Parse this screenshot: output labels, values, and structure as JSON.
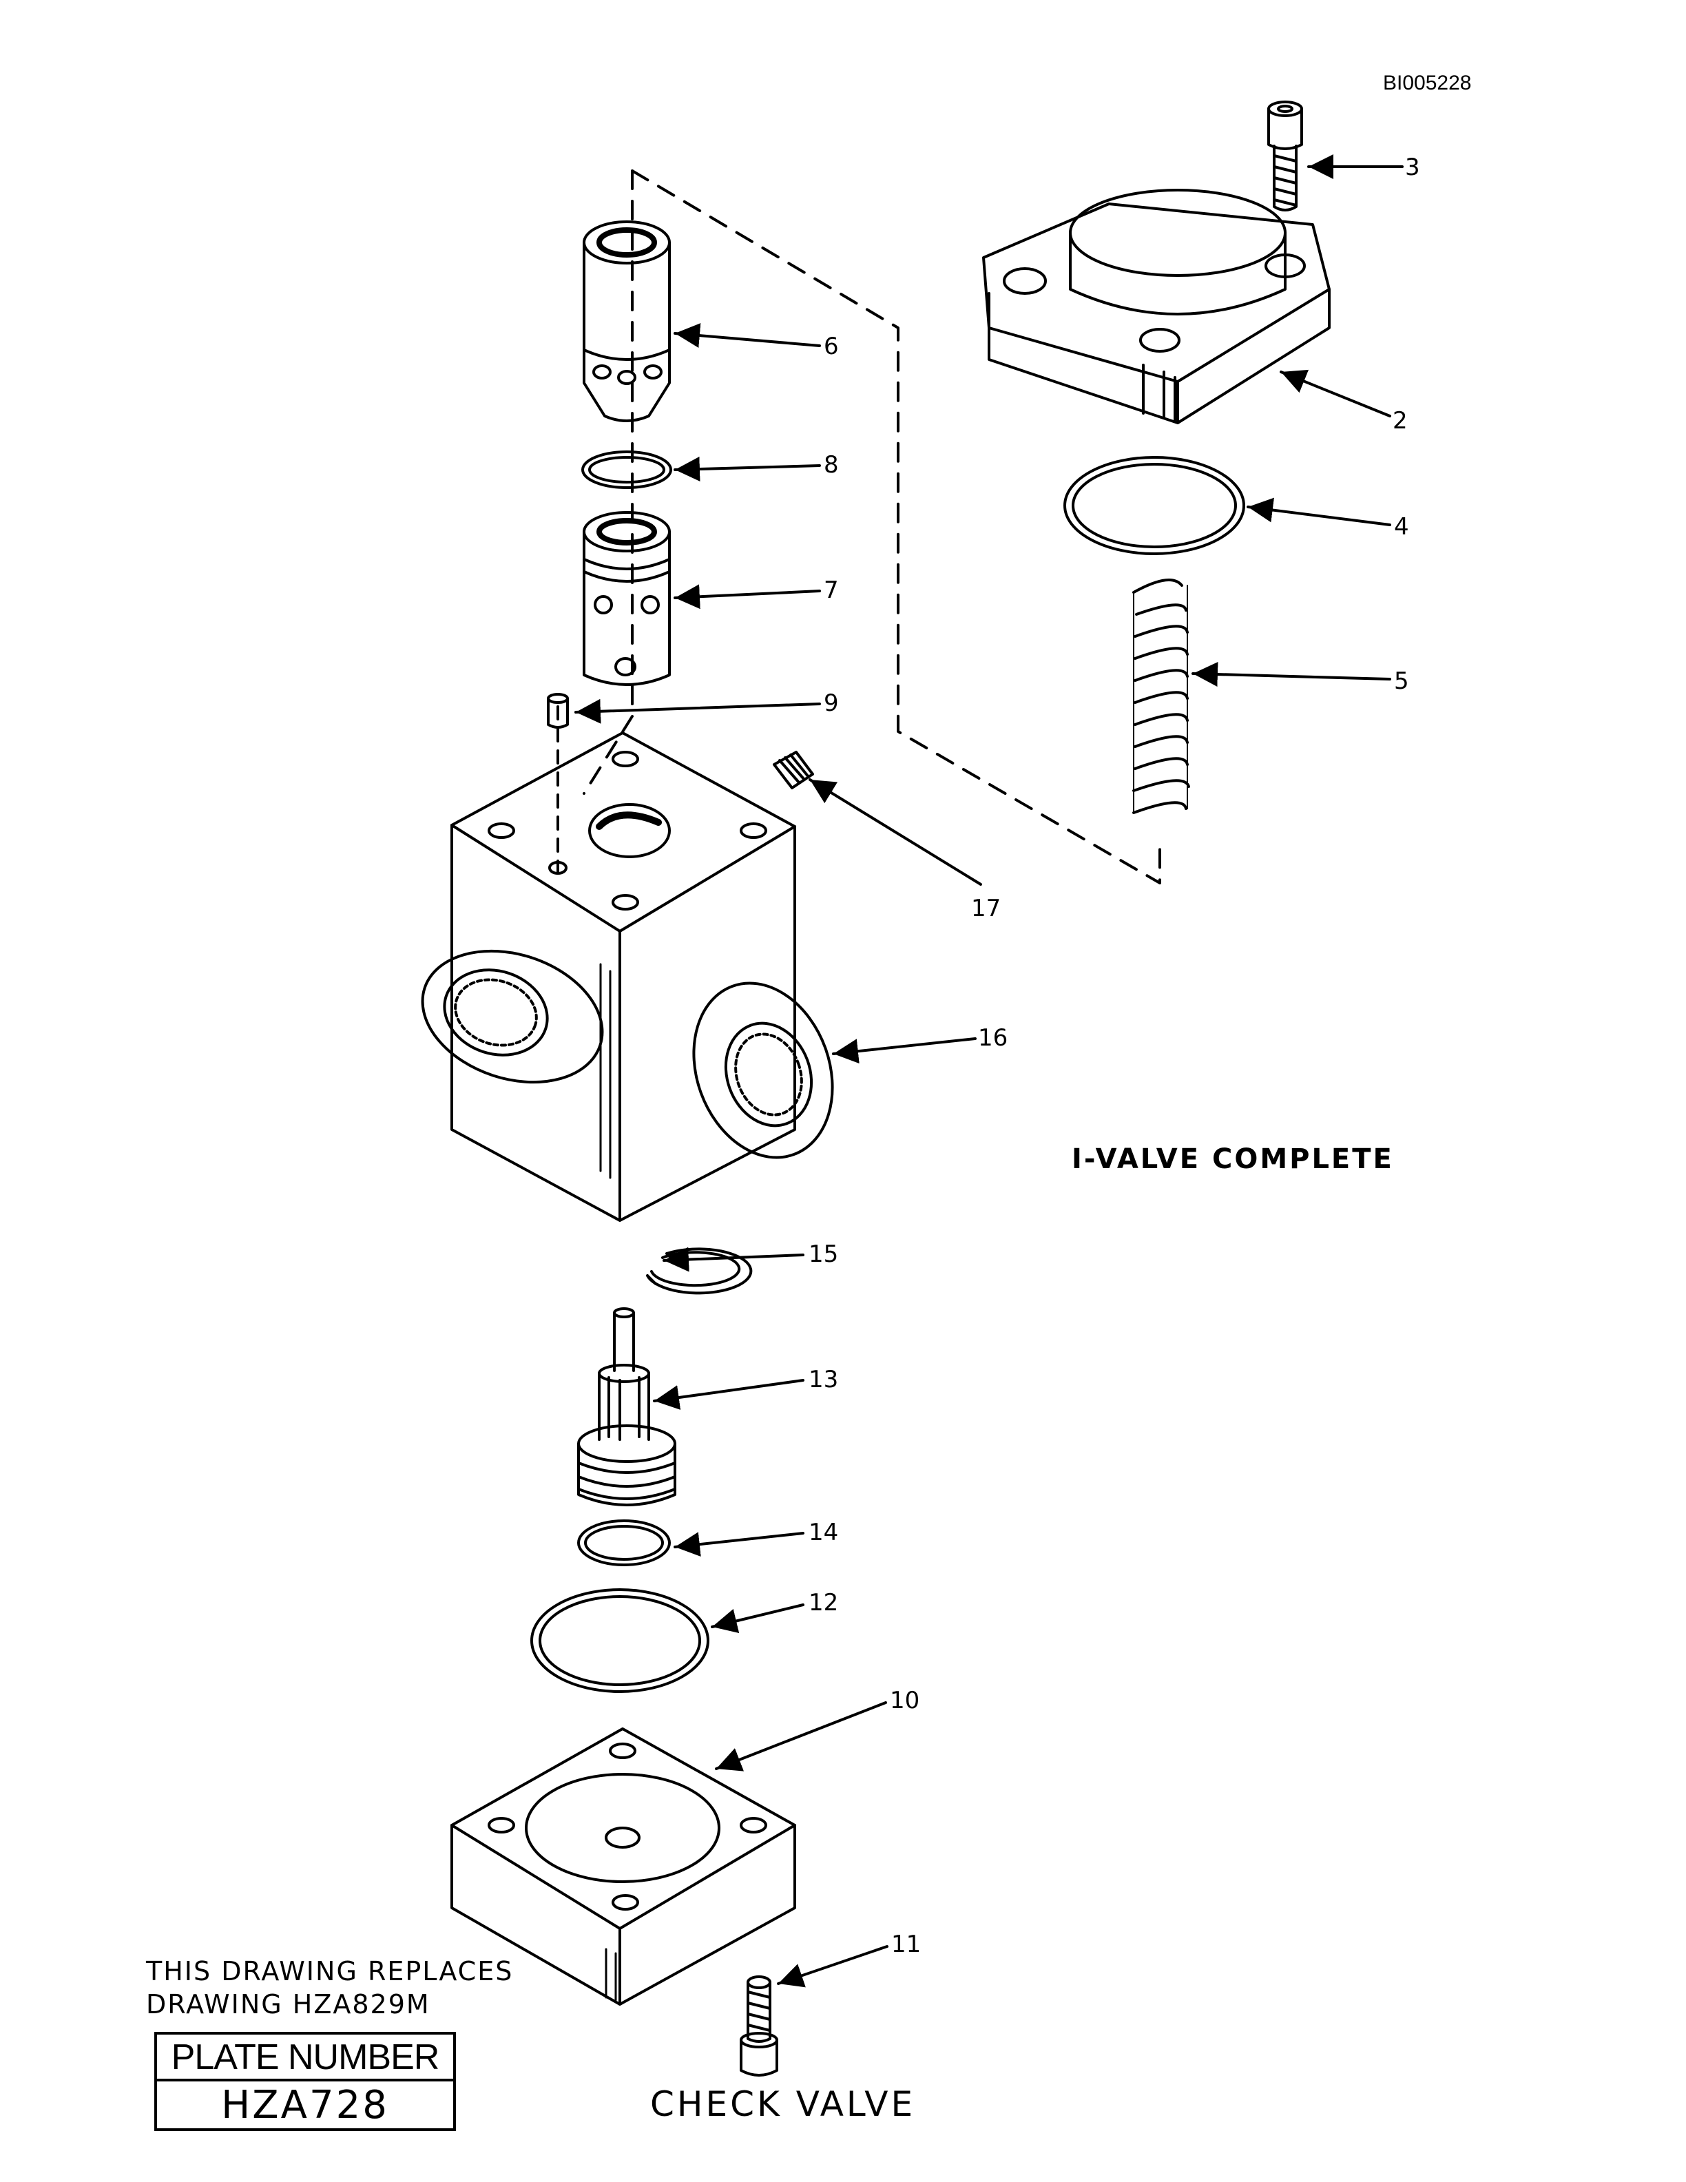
{
  "document_id": "BI005228",
  "assembly_title": "I-VALVE COMPLETE",
  "replacement_note": [
    "THIS DRAWING REPLACES",
    "DRAWING HZA829M"
  ],
  "plate": {
    "label": "PLATE NUMBER",
    "number": "HZA728"
  },
  "caption": "CHECK VALVE",
  "callouts": [
    "2",
    "3",
    "4",
    "5",
    "6",
    "7",
    "8",
    "9",
    "10",
    "11",
    "12",
    "13",
    "14",
    "15",
    "16",
    "17"
  ],
  "colors": {
    "ink": "#000000",
    "paper": "#ffffff"
  }
}
